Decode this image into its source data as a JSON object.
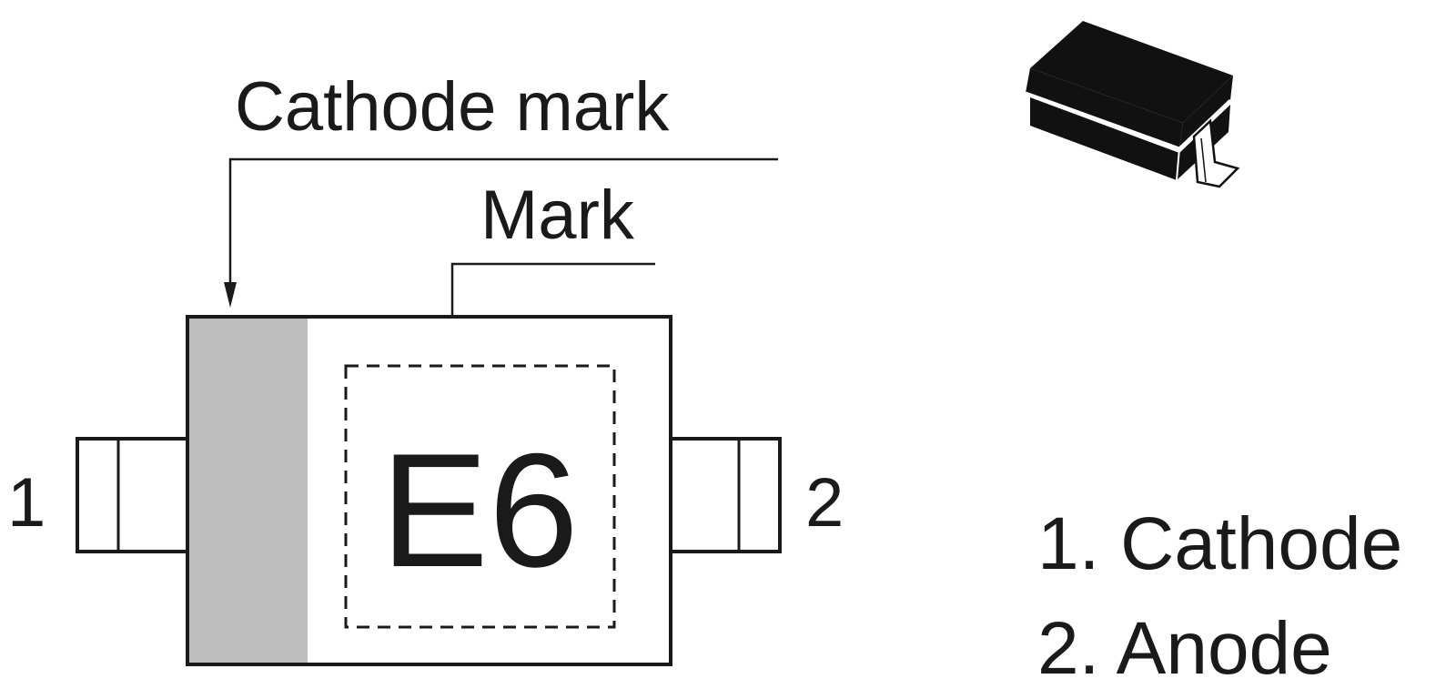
{
  "callouts": {
    "cathode_mark": "Cathode mark",
    "mark": "Mark"
  },
  "marking_code": "E6",
  "pins": {
    "left_number": "1",
    "right_number": "2"
  },
  "legend": {
    "item1": "1. Cathode",
    "item2": "2. Anode"
  },
  "colors": {
    "outline": "#1a1a1a",
    "cathode_band": "#bdbdbe",
    "package_fill": "#111111",
    "background": "#ffffff"
  },
  "icons": {
    "package": "smd-diode-package-icon"
  }
}
